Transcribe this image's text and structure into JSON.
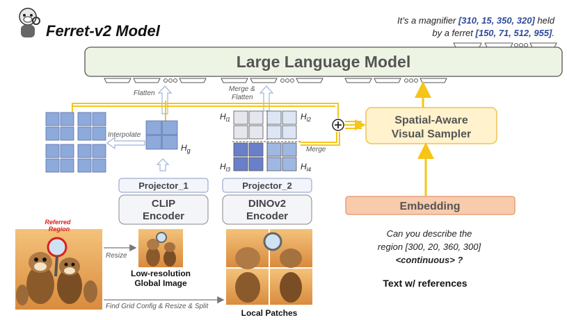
{
  "title": "Ferret-v2 Model",
  "output_text": {
    "line1_prefix": "It’s a magnifier ",
    "line1_coords": "[310, 15, 350, 320]",
    "line1_suffix": " held",
    "line2_prefix": "by a ferret ",
    "line2_coords": "[150, 71, 512, 955]",
    "line2_suffix": "."
  },
  "llm": {
    "label": "Large Language Model"
  },
  "labels": {
    "flatten": "Flatten",
    "merge_flatten_1": "Merge &",
    "merge_flatten_2": "Flatten",
    "interpolate": "Interpolate",
    "merge": "Merge",
    "resize": "Resize",
    "find_grid": "Find Grid Config & Resize & Split"
  },
  "features": {
    "hg": "H",
    "hg_sub": "g",
    "hl1": "H",
    "hl1_sub": "l1",
    "hl2": "H",
    "hl2_sub": "l2",
    "hl3": "H",
    "hl3_sub": "l3",
    "hl4": "H",
    "hl4_sub": "l4"
  },
  "encoders": {
    "projector_1": "Projector_1",
    "projector_2": "Projector_2",
    "clip_1": "CLIP",
    "clip_2": "Encoder",
    "dino_1": "DINOv2",
    "dino_2": "Encoder"
  },
  "sampler": {
    "line1": "Spatial-Aware",
    "line2": "Visual Sampler"
  },
  "embedding": {
    "label": "Embedding"
  },
  "question": {
    "line1": "Can you describe the",
    "line2": "region [300, 20, 360, 300]",
    "line3": "<continuous> ?"
  },
  "text_refs": "Text w/ references",
  "referred_region_1": "Referred",
  "referred_region_2": "Region",
  "low_res_1": "Low-resolution",
  "low_res_2": "Global Image",
  "local_patches": "Local Patches",
  "colors": {
    "llm_fill": "#eef4e4",
    "sampler_fill": "#fff2cc",
    "sampler_stroke": "#f2c14e",
    "embedding_fill": "#f8cbad",
    "embedding_stroke": "#e3956a",
    "arrow_yellow": "#f5c518",
    "grid_blue": "#8eaadb",
    "grid_dark": "#6a7fc9",
    "coord_blue": "#2e4a9a",
    "referred_red": "#d92020"
  }
}
